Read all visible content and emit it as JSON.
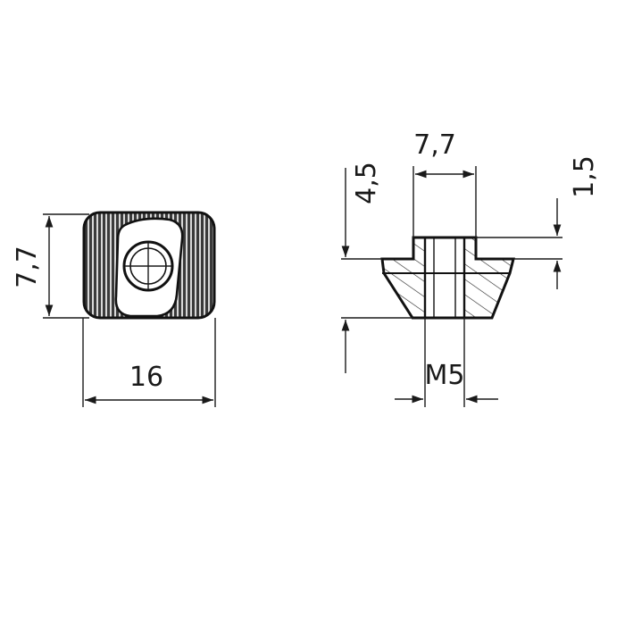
{
  "front_view": {
    "height_dim": "7,7",
    "width_dim": "16"
  },
  "side_view": {
    "top_width_dim": "7,7",
    "total_height_dim": "4,5",
    "flange_dim": "1,5",
    "thread_dim": "M5"
  },
  "colors": {
    "line": "#1a1a1a",
    "knurl_dark": "#2a2a2a",
    "background": "#ffffff"
  }
}
